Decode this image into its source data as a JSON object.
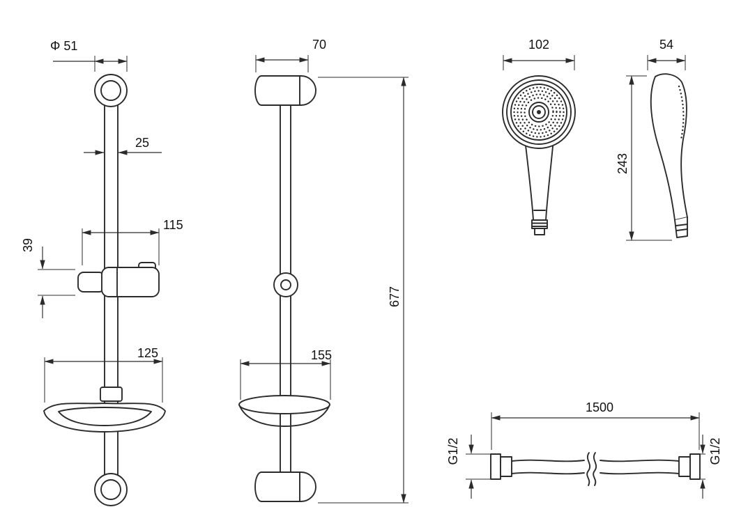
{
  "drawing": {
    "background": "#ffffff",
    "line_color": "#2b2b2b",
    "views": {
      "rail_front": {
        "dims": {
          "ring_diameter": "Φ 51",
          "bar_width": "25",
          "holder_width": "115",
          "holder_height": "39",
          "soap_dish_width": "125"
        }
      },
      "rail_side": {
        "dims": {
          "wall_offset": "70",
          "overall_height": "677",
          "soap_dish_depth": "155"
        }
      },
      "handshower_front": {
        "dims": {
          "head_diameter": "102"
        }
      },
      "handshower_side": {
        "dims": {
          "head_depth": "54",
          "length": "243"
        }
      },
      "hose": {
        "dims": {
          "length": "1500",
          "thread_left": "G1/2",
          "thread_right": "G1/2"
        }
      }
    }
  }
}
